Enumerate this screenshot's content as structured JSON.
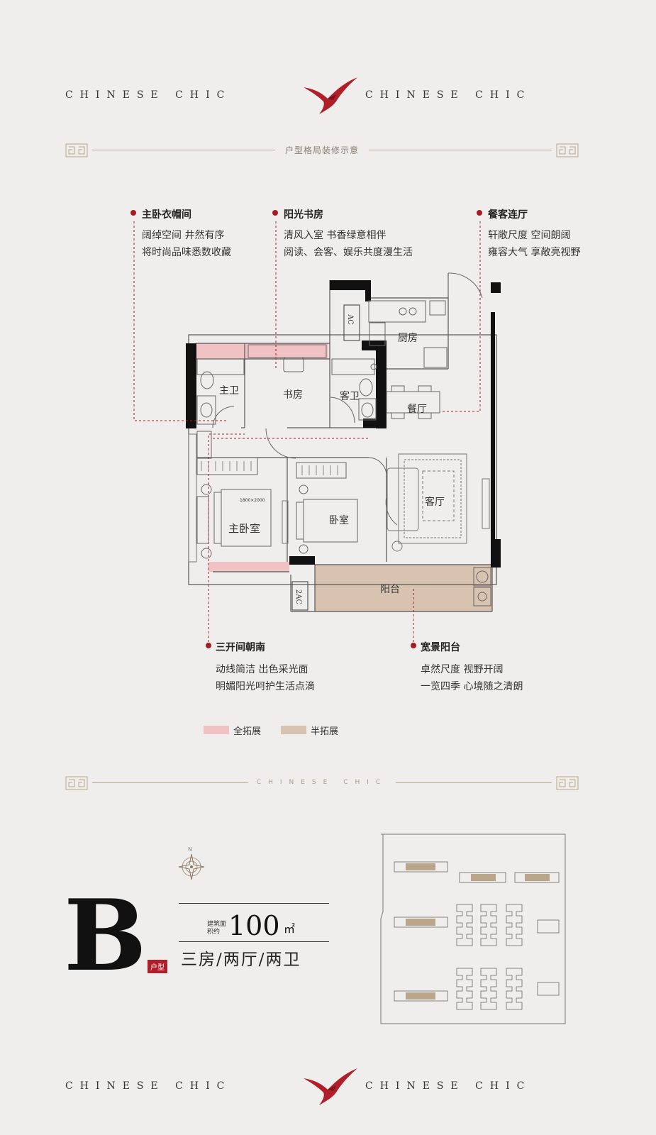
{
  "header": {
    "left_text": "CHINESE CHIC",
    "right_text": "CHINESE CHIC"
  },
  "section_band": {
    "title": "户型格局装修示意"
  },
  "callouts": [
    {
      "id": "master-closet",
      "title": "主卧衣帽间",
      "lines": [
        "阔绰空间 井然有序",
        "将时尚品味悉数收藏"
      ]
    },
    {
      "id": "sunny-study",
      "title": "阳光书房",
      "lines": [
        "清风入室 书香绿意相伴",
        "阅读、会客、娱乐共度漫生活"
      ]
    },
    {
      "id": "dining-living",
      "title": "餐客连厅",
      "lines": [
        "轩敞尺度 空间朗阔",
        "雍容大气 享敞亮视野"
      ]
    },
    {
      "id": "three-south",
      "title": "三开间朝南",
      "lines": [
        "动线简洁 出色采光面",
        "明媚阳光呵护生活点滴"
      ]
    },
    {
      "id": "wide-balcony",
      "title": "宽景阳台",
      "lines": [
        "卓然尺度 视野开阔",
        "一览四季 心境随之清朗"
      ]
    }
  ],
  "rooms": {
    "master_bath": "主卫",
    "study": "书房",
    "guest_bath": "客卫",
    "kitchen": "厨房",
    "dining": "餐厅",
    "living": "客厅",
    "master_bedroom": "主卧室",
    "bedroom": "卧室",
    "balcony": "阳台",
    "ac": "AC",
    "ac2": "2AC",
    "bed_size": "1800×2000"
  },
  "legend": [
    {
      "label": "全拓展",
      "color": "#f0c2c4"
    },
    {
      "label": "半拓展",
      "color": "#d8c3b0"
    }
  ],
  "divider_band": {
    "text": "CHINESE CHIC"
  },
  "unit": {
    "letter": "B",
    "tag": "户型",
    "area_label": "建筑面积约",
    "area_value": "100",
    "area_unit": "㎡",
    "layout": "三房/两厅/两卫"
  },
  "compass": {
    "north": "N"
  },
  "footer": {
    "left_text": "CHINESE CHIC",
    "right_text": "CHINESE CHIC"
  },
  "colors": {
    "accent": "#a41c24",
    "full_extension": "#f0c2c4",
    "half_extension": "#d8c3b0",
    "background": "#efeeec"
  }
}
